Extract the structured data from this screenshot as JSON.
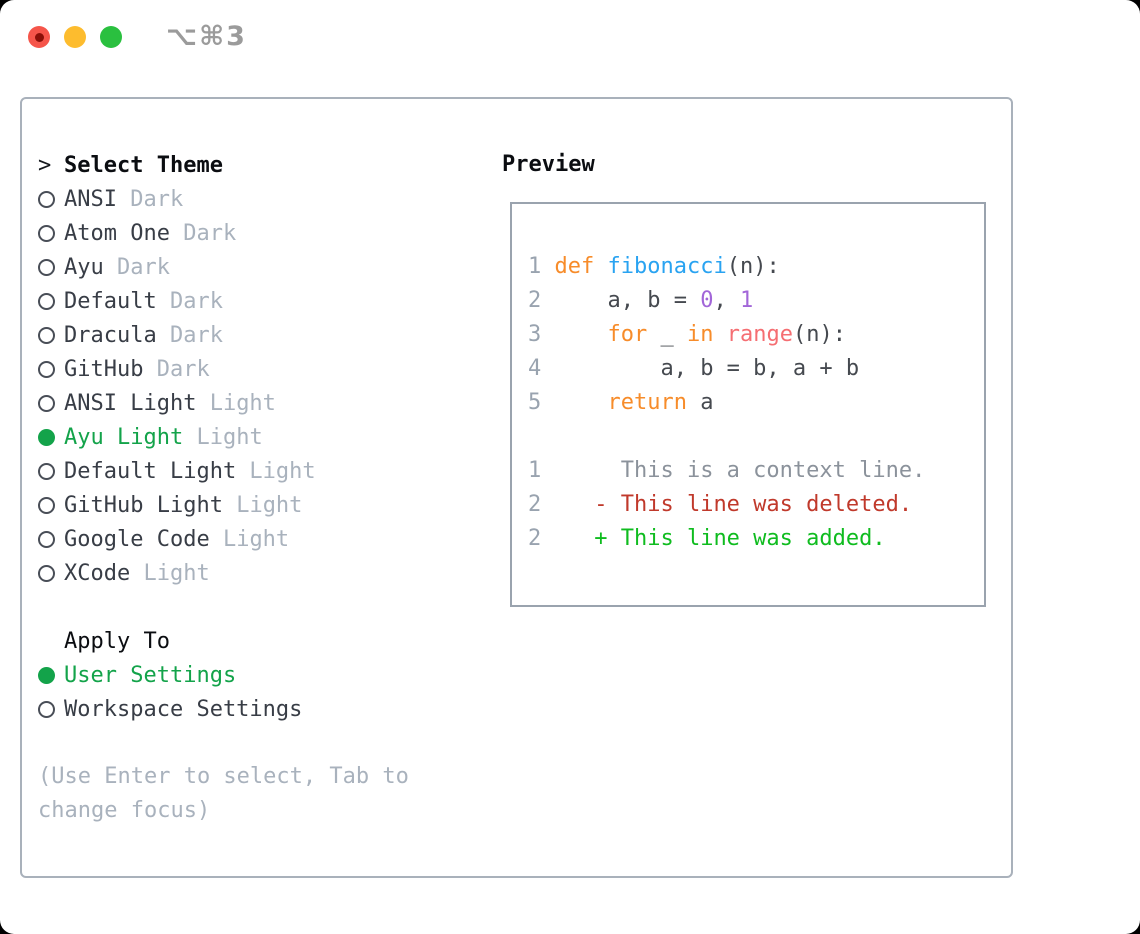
{
  "titlebar": {
    "shortcut_label": "⌥⌘3",
    "buttons": [
      "close",
      "minimize",
      "zoom"
    ]
  },
  "colors": {
    "green": "#13a34a",
    "muted": "#a9b2bd",
    "dark": "#383d46",
    "border": "#a9b1bb",
    "ln": "#99a3af",
    "tx": "#45494f",
    "kw": "#f78c2a",
    "fn": "#29a3f1",
    "bi": "#f56e72",
    "lit": "#a266d8",
    "ctx": "#8b929b",
    "del": "#c0392b",
    "add": "#0fbc1f",
    "traffic-red": "#f5554a",
    "traffic-yellow": "#fdbc2e",
    "traffic-green": "#2ac03f"
  },
  "theme_panel": {
    "header": "Select Theme",
    "themes": [
      {
        "name": "ANSI",
        "variant": "Dark",
        "selected": false
      },
      {
        "name": "Atom One",
        "variant": "Dark",
        "selected": false
      },
      {
        "name": "Ayu",
        "variant": "Dark",
        "selected": false
      },
      {
        "name": "Default",
        "variant": "Dark",
        "selected": false
      },
      {
        "name": "Dracula",
        "variant": "Dark",
        "selected": false
      },
      {
        "name": "GitHub",
        "variant": "Dark",
        "selected": false
      },
      {
        "name": "ANSI Light",
        "variant": "Light",
        "selected": false
      },
      {
        "name": "Ayu Light",
        "variant": "Light",
        "selected": true
      },
      {
        "name": "Default Light",
        "variant": "Light",
        "selected": false
      },
      {
        "name": "GitHub Light",
        "variant": "Light",
        "selected": false
      },
      {
        "name": "Google Code",
        "variant": "Light",
        "selected": false
      },
      {
        "name": "XCode",
        "variant": "Light",
        "selected": false
      }
    ],
    "apply_header": "Apply To",
    "apply_options": [
      {
        "label": "User Settings",
        "selected": true
      },
      {
        "label": "Workspace Settings",
        "selected": false
      }
    ],
    "help_text": "(Use Enter to select, Tab to change focus)"
  },
  "preview": {
    "header": "Preview",
    "lines": [
      {
        "num": "1",
        "segs": [
          [
            " ",
            "tx"
          ],
          [
            "def",
            "kw"
          ],
          [
            " ",
            "tx"
          ],
          [
            "fibonacci",
            "fn"
          ],
          [
            "(n):",
            "tx"
          ]
        ]
      },
      {
        "num": "2",
        "segs": [
          [
            "     a, b = ",
            "tx"
          ],
          [
            "0",
            "lit"
          ],
          [
            ", ",
            "tx"
          ],
          [
            "1",
            "lit"
          ]
        ]
      },
      {
        "num": "3",
        "segs": [
          [
            "     ",
            "tx"
          ],
          [
            "for",
            "kw"
          ],
          [
            " _ ",
            "tx"
          ],
          [
            "in",
            "kw"
          ],
          [
            " ",
            "tx"
          ],
          [
            "range",
            "bi"
          ],
          [
            "(n):",
            "tx"
          ]
        ]
      },
      {
        "num": "4",
        "segs": [
          [
            "         a, b = b, a + b",
            "tx"
          ]
        ]
      },
      {
        "num": "5",
        "segs": [
          [
            "     ",
            "tx"
          ],
          [
            "return",
            "kw"
          ],
          [
            " a",
            "tx"
          ]
        ]
      },
      {
        "num": "",
        "segs": []
      },
      {
        "num": "1",
        "segs": [
          [
            "      This is a context line.",
            "ctx"
          ]
        ]
      },
      {
        "num": "2",
        "segs": [
          [
            "    ",
            "tx"
          ],
          [
            "- This line was deleted.",
            "del"
          ]
        ]
      },
      {
        "num": "2",
        "segs": [
          [
            "    ",
            "tx"
          ],
          [
            "+ This line was added.",
            "add"
          ]
        ]
      }
    ]
  }
}
